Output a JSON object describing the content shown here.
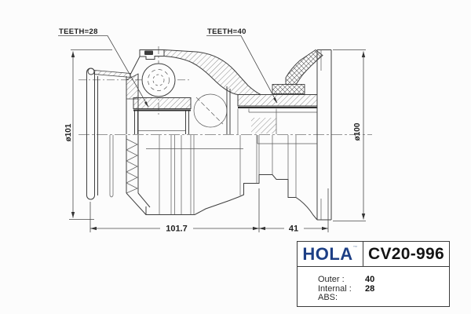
{
  "drawing": {
    "teeth_label_left": "TEETH=28",
    "teeth_label_right": "TEETH=40",
    "dia_label_left": "ø101",
    "dia_label_right": "ø100",
    "length_dim": "101.7",
    "flange_dim": "41"
  },
  "info_box": {
    "brand": "HOLA",
    "trademark": "™",
    "part_number": "CV20-996",
    "specs": [
      {
        "label": "Outer :",
        "value": "40"
      },
      {
        "label": "Internal :",
        "value": "28"
      },
      {
        "label": "ABS:",
        "value": ""
      }
    ]
  },
  "colors": {
    "brand_blue": "#1d3f85",
    "line_gray": "#3f3f3f"
  }
}
